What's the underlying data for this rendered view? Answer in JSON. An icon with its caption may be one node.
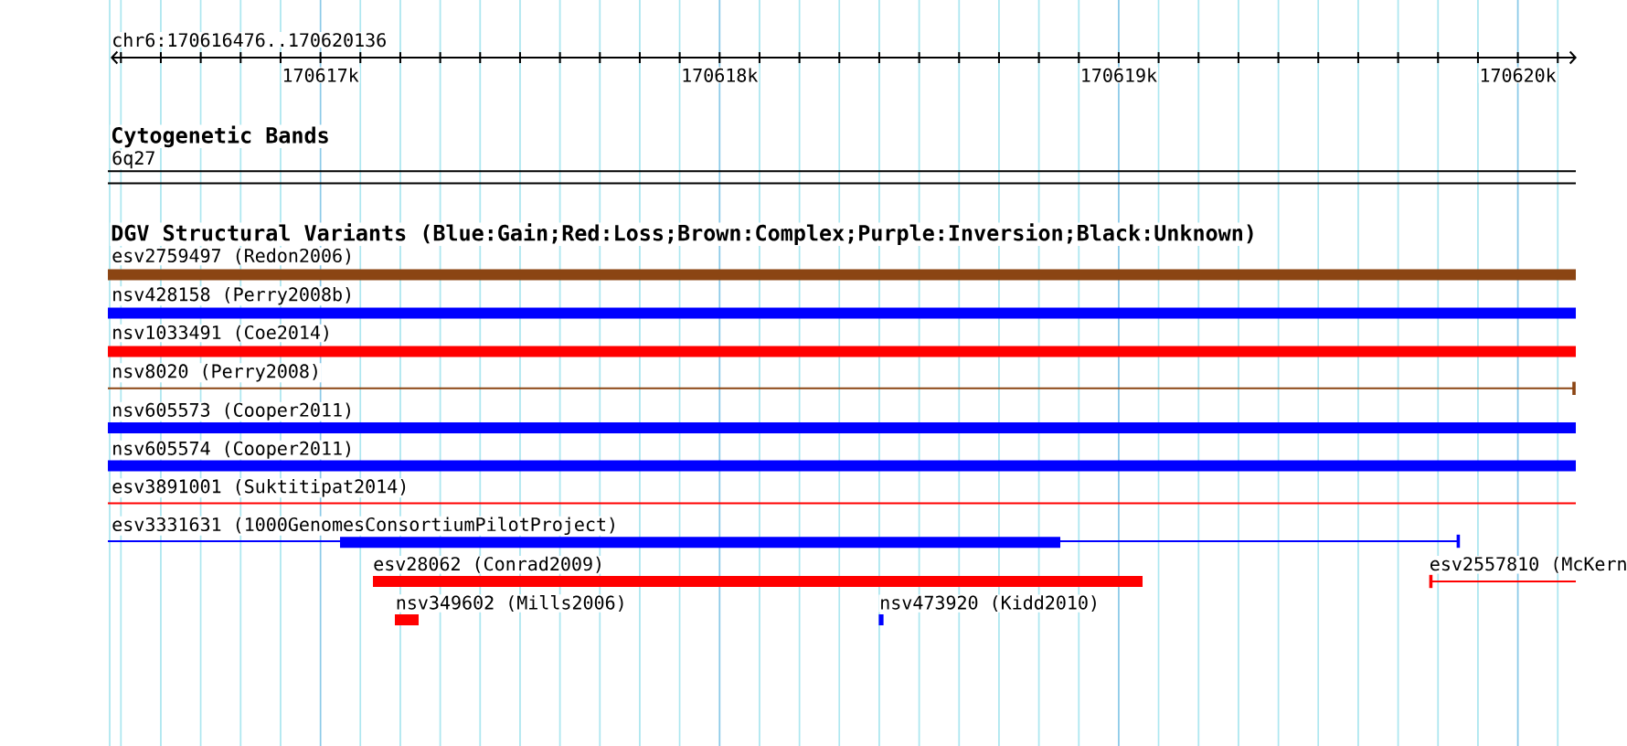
{
  "diagram": {
    "labels": [
      "chr6:170616476..170620136",
      "170617k",
      "170618k",
      "170619k",
      "170620k",
      "Cytogenetic Bands",
      "6q27",
      "DGV Structural Variants (Blue:Gain;Red:Loss;Brown:Complex;Purple:Inversion;Black:Unknown)",
      "esv2759497 (Redon2006)",
      "nsv428158 (Perry2008b)",
      "nsv1033491 (Coe2014)",
      "nsv8020 (Perry2008)",
      "nsv605573 (Cooper2011)",
      "nsv605574 (Cooper2011)",
      "esv3891001 (Suktitipat2014)",
      "esv3331631 (1000GenomesConsortiumPilotProject)",
      "esv28062 (Conrad2009)",
      "esv2557810 (McKern",
      "nsv349602 (Mills2006)",
      "nsv473920 (Kidd2010)"
    ]
  }
}
